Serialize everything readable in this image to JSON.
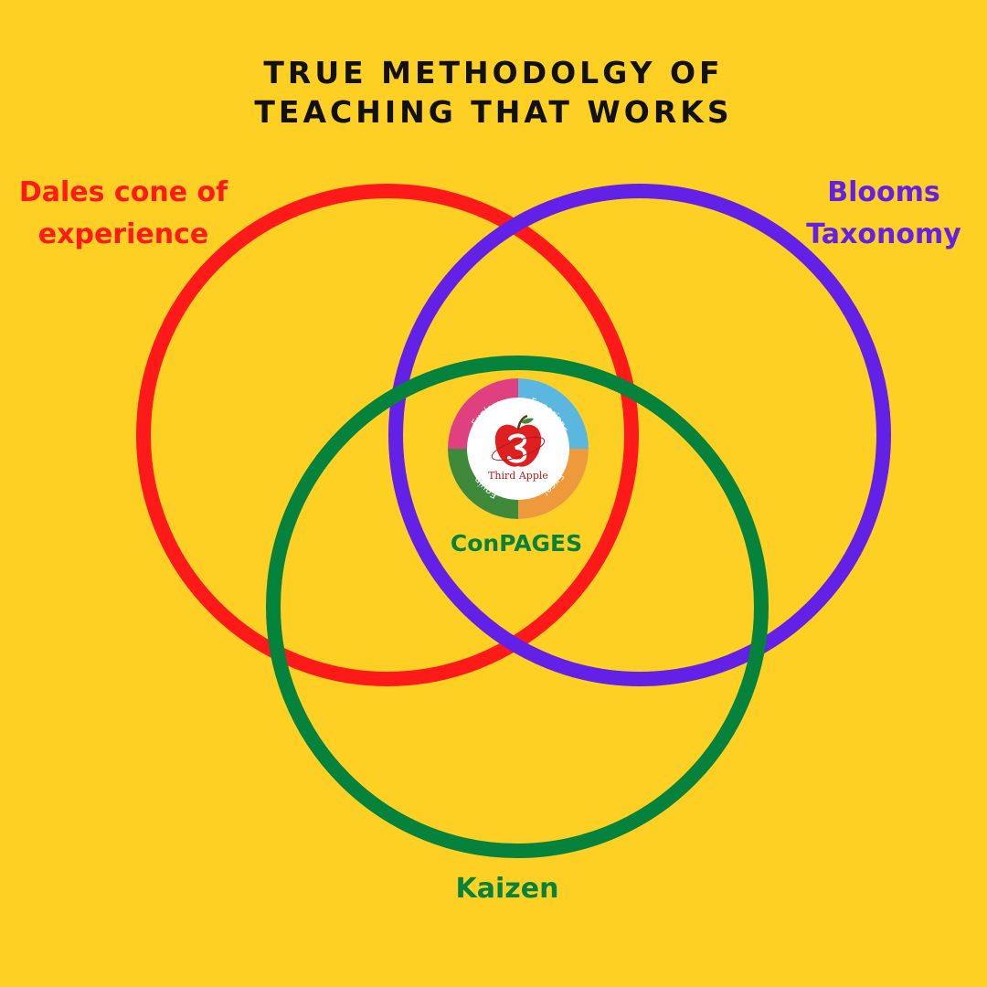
{
  "title": {
    "line1": "TRUE METHODOLGY OF",
    "line2": "TEACHING THAT WORKS"
  },
  "circles": {
    "dales": {
      "label_line1": "Dales cone of",
      "label_line2": "experience",
      "color": "#FF1A1A"
    },
    "blooms": {
      "label_line1": "Blooms",
      "label_line2": "Taxonomy",
      "color": "#6320E6"
    },
    "kaizen": {
      "label": "Kaizen",
      "color": "#05823B"
    }
  },
  "center": {
    "label": "ConPAGES",
    "color": "#05823B"
  },
  "logo": {
    "brand": "Third Apple",
    "segments": [
      {
        "label": "Explore",
        "color": "#E0407F"
      },
      {
        "label": "Experience",
        "color": "#5BB7DF"
      },
      {
        "label": "Excel",
        "color": "#EE9A3C"
      },
      {
        "label": "Equip",
        "color": "#3F8A3A"
      }
    ],
    "apple_color": "#E02020"
  },
  "background_color": "#FDD023"
}
